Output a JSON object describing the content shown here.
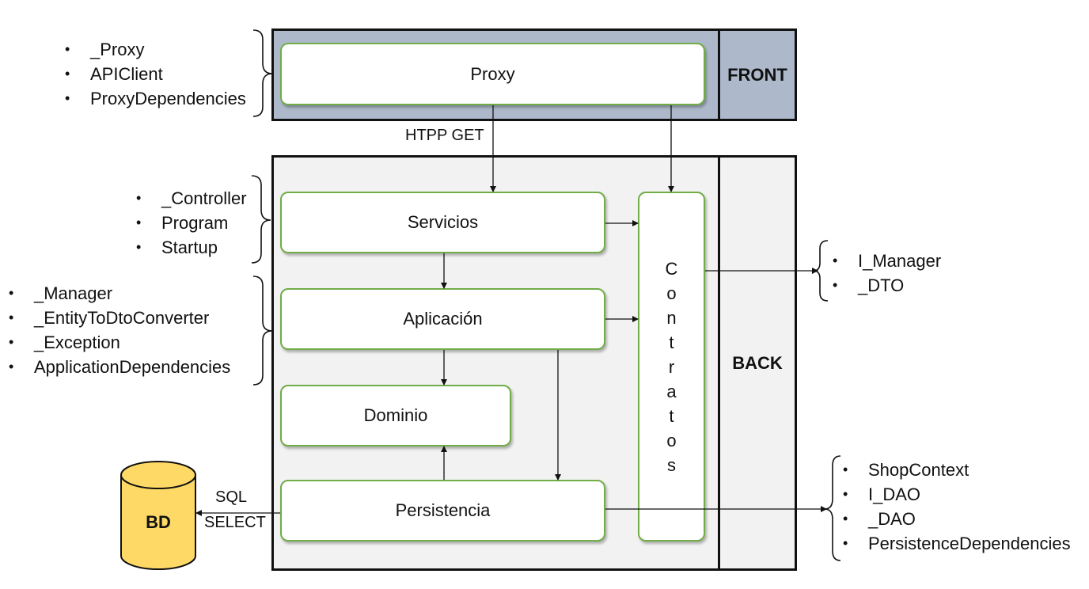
{
  "front": {
    "label": "FRONT",
    "proxy": "Proxy"
  },
  "back": {
    "label": "BACK",
    "servicios": "Servicios",
    "aplicacion": "Aplicación",
    "dominio": "Dominio",
    "persistencia": "Persistencia",
    "contratos": "Contratos"
  },
  "db": {
    "label": "BD"
  },
  "edges": {
    "http_get": "HTPP GET",
    "sql": "SQL",
    "select": "SELECT"
  },
  "lists": {
    "proxy": [
      "_Proxy",
      "APIClient",
      "ProxyDependencies"
    ],
    "servicios": [
      "_Controller",
      "Program",
      "Startup"
    ],
    "aplicacion": [
      "_Manager",
      "_EntityToDtoConverter",
      "_Exception",
      "ApplicationDependencies"
    ],
    "contratos": [
      "I_Manager",
      "_DTO"
    ],
    "persistencia": [
      "ShopContext",
      "I_DAO",
      "_DAO",
      "PersistenceDependencies"
    ]
  },
  "colors": {
    "front_fill": "#adb9ca",
    "back_fill": "#f2f2f2",
    "box_border": "#70ad47",
    "db_fill": "#ffd966"
  }
}
